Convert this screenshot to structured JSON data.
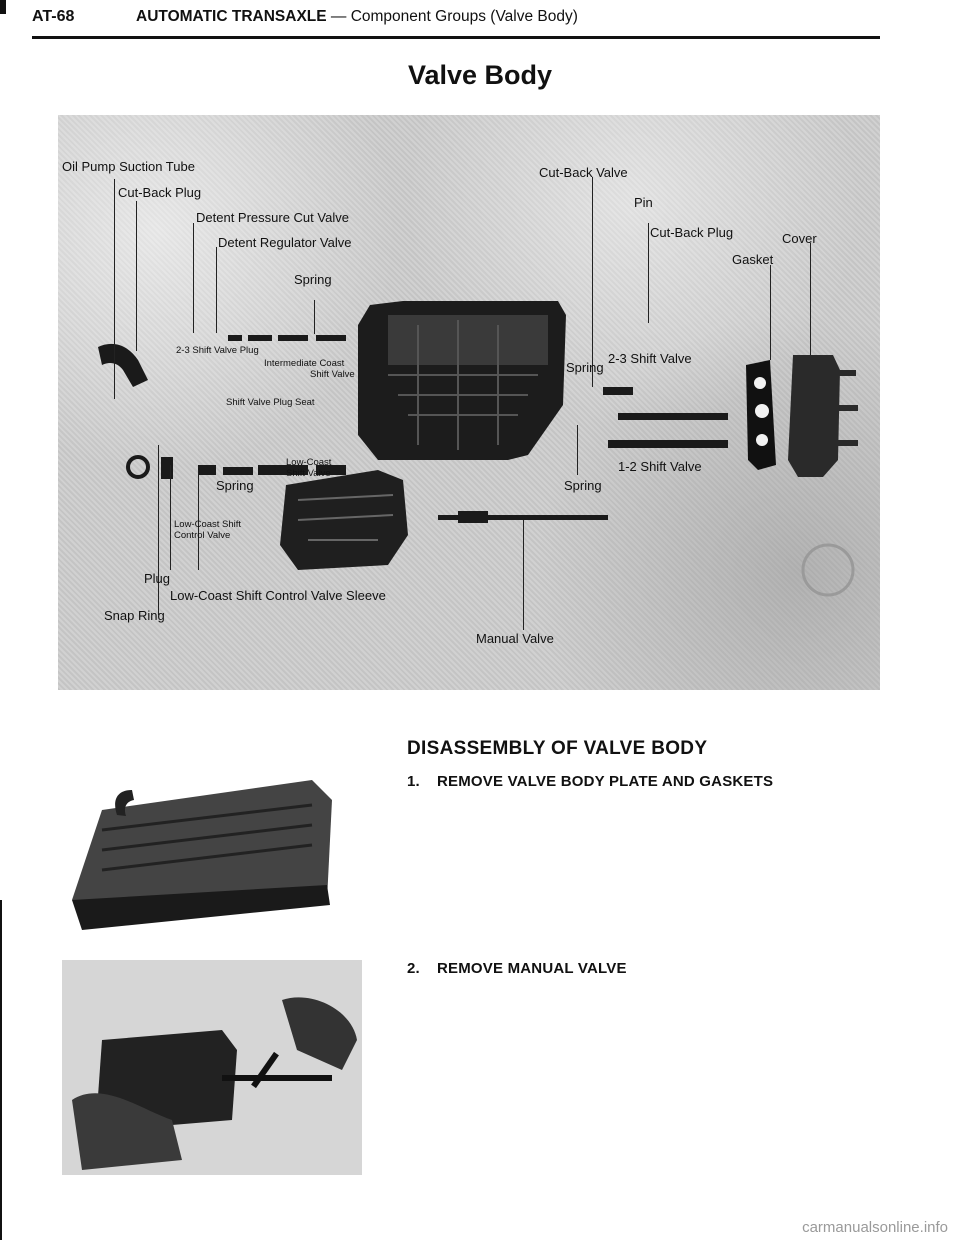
{
  "header": {
    "page_number": "AT-68",
    "title_bold": "AUTOMATIC TRANSAXLE",
    "title_rest": " — Component Groups (Valve Body)"
  },
  "page_title": "Valve Body",
  "diagram_labels": {
    "oil_pump_suction_tube": "Oil Pump Suction Tube",
    "cut_back_plug_left": "Cut-Back Plug",
    "detent_pressure_cut_valve": "Detent Pressure Cut Valve",
    "detent_regulator_valve": "Detent Regulator Valve",
    "spring_top": "Spring",
    "shift_valve_plug_23": "2-3 Shift Valve Plug",
    "intermediate_coast_shift_valve_1": "Intermediate Coast",
    "intermediate_coast_shift_valve_2": "Shift Valve",
    "shift_valve_plug_seat": "Shift Valve Plug Seat",
    "low_coast_shift_valve_1": "Low-Coast",
    "low_coast_shift_valve_2": "Shift Valve",
    "spring_left": "Spring",
    "low_coast_shift_control_valve_1": "Low-Coast Shift",
    "low_coast_shift_control_valve_2": "Control Valve",
    "plug": "Plug",
    "low_coast_sleeve": "Low-Coast Shift Control Valve Sleeve",
    "snap_ring": "Snap Ring",
    "cut_back_valve": "Cut-Back Valve",
    "pin": "Pin",
    "cut_back_plug_right": "Cut-Back Plug",
    "cover": "Cover",
    "gasket": "Gasket",
    "spring_23_prefix": "Spring",
    "shift_valve_23": "2-3 Shift Valve",
    "shift_valve_12": "1-2 Shift Valve",
    "spring_right": "Spring",
    "manual_valve": "Manual Valve"
  },
  "section": {
    "heading": "DISASSEMBLY OF VALVE BODY",
    "steps": [
      {
        "number": "1.",
        "text": "REMOVE VALVE BODY PLATE AND GASKETS"
      },
      {
        "number": "2.",
        "text": "REMOVE MANUAL VALVE"
      }
    ]
  },
  "watermark": "carmanualsonline.info"
}
